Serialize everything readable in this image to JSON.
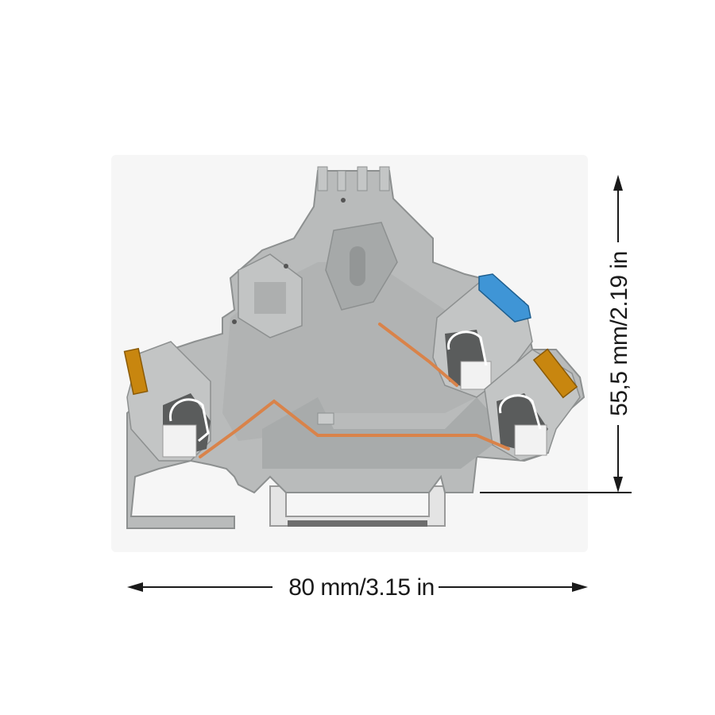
{
  "figure": {
    "subject": "terminal-block",
    "colors": {
      "background": "#ffffff",
      "housing": "#b7b9b9",
      "housing_dark": "#8f9292",
      "housing_light": "#cfd1d1",
      "bridge": "#d9834a",
      "lever_left": "#c8860f",
      "lever_right": "#c8860f",
      "lever_blue": "#3f95d6",
      "clamp": "#f0f0f0",
      "rail": "#dedede",
      "dimension_line": "#1a1a1a"
    }
  },
  "dimensions": {
    "width": {
      "label": "80 mm/3.15 in",
      "value_mm": "80",
      "value_in": "3.15"
    },
    "height": {
      "label": "55,5 mm/2.19 in",
      "value_mm": "55,5",
      "value_in": "2.19"
    }
  }
}
